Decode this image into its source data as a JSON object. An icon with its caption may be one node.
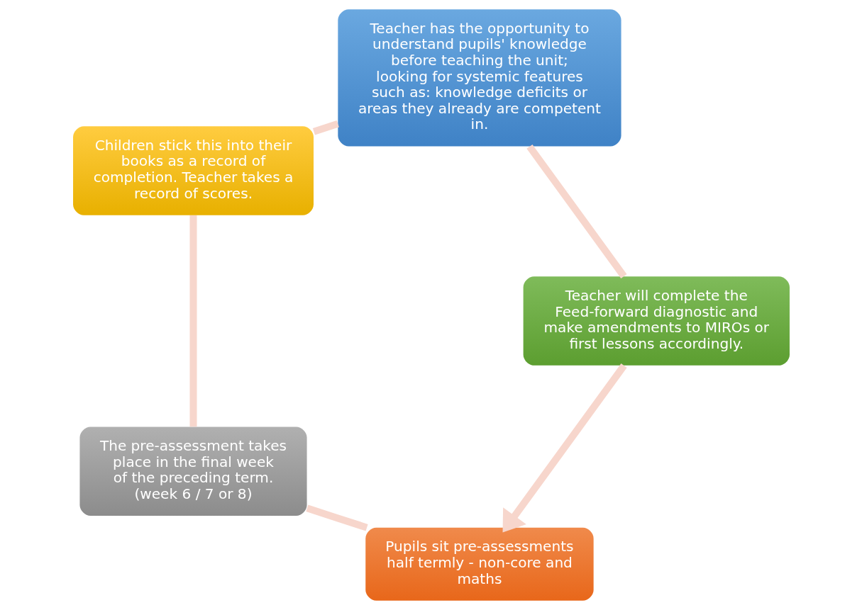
{
  "diagram": {
    "nodes": [
      {
        "text": [
          "Pupils sit pre-assessments half termly - non-core and maths"
        ]
      },
      {
        "text": [
          "The pre-assessment takes place in the final week of the preceding term. (week 6 / 7 or 8)"
        ]
      },
      {
        "text": [
          "Children stick this into their books as a record of completion. Teacher takes a record of scores."
        ]
      },
      {
        "text": [
          "Teacher has the opportunity to understand pupils' knowledge before teaching the unit; looking for systemic features such as: knowledge deficits or areas they already are competent in."
        ]
      },
      {
        "text": [
          "Teacher will complete the Feed-forward diagnostic and make amendments to MIROs or first lessons accordingly."
        ]
      }
    ],
    "edges": [
      {
        "from": 0,
        "to": 1,
        "arrow": "none"
      },
      {
        "from": 1,
        "to": 2,
        "arrow": "none"
      },
      {
        "from": 2,
        "to": 3,
        "arrow": "none"
      },
      {
        "from": 3,
        "to": 4,
        "arrow": "none"
      },
      {
        "from": 4,
        "to": 0,
        "arrow": "to"
      }
    ]
  }
}
